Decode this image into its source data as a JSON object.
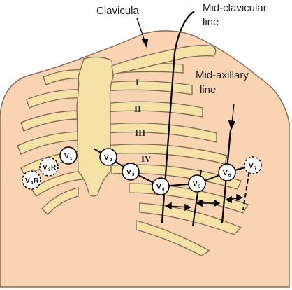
{
  "labels": {
    "clavicula": "Clavicula",
    "mid_clavicular_1": "Mid-clavicular",
    "mid_clavicular_2": "line",
    "mid_axillary_1": "Mid-axillary",
    "mid_axillary_2": "line"
  },
  "ribs": [
    "I",
    "II",
    "III",
    "IV"
  ],
  "electrodes": [
    {
      "id": "v1",
      "main": "V",
      "sub": "1",
      "suffix": "",
      "dashed": false
    },
    {
      "id": "v2",
      "main": "V",
      "sub": "2",
      "suffix": "",
      "dashed": false
    },
    {
      "id": "v3",
      "main": "V",
      "sub": "3",
      "suffix": "",
      "dashed": false
    },
    {
      "id": "v4",
      "main": "V",
      "sub": "4",
      "suffix": "",
      "dashed": false
    },
    {
      "id": "v5",
      "main": "V",
      "sub": "5",
      "suffix": "",
      "dashed": false
    },
    {
      "id": "v6",
      "main": "V",
      "sub": "6",
      "suffix": "",
      "dashed": false
    },
    {
      "id": "v7",
      "main": "V",
      "sub": "7",
      "suffix": "",
      "dashed": true
    },
    {
      "id": "v3r",
      "main": "V",
      "sub": "3",
      "suffix": "R",
      "dashed": true
    },
    {
      "id": "v4r",
      "main": "V",
      "sub": "4",
      "suffix": "R",
      "dashed": true
    }
  ],
  "colors": {
    "skin": "#f9d3b2",
    "rib": "#f6e2a6",
    "outline": "#7a6a55",
    "line": "#000000"
  }
}
